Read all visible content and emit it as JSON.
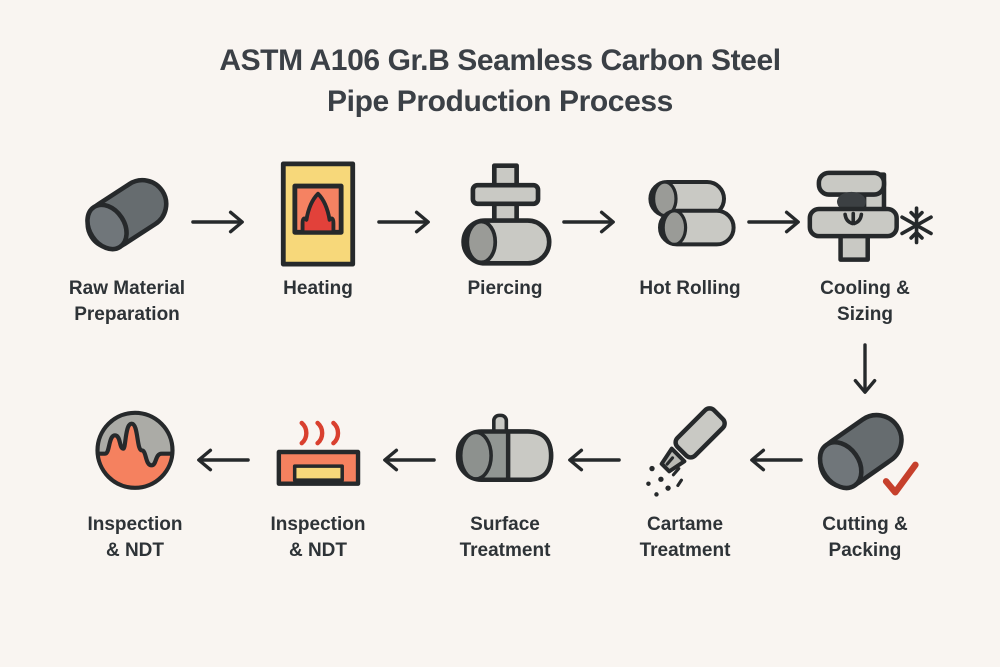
{
  "title": "ASTM A106 Gr.B Seamless Carbon Steel\nPipe Production Process",
  "steps": [
    {
      "id": 1,
      "label": "Raw Material\nPreparation",
      "icon": "steel-billet-icon"
    },
    {
      "id": 2,
      "label": "Heating",
      "icon": "furnace-flame-icon"
    },
    {
      "id": 3,
      "label": "Piercing",
      "icon": "piercing-press-icon"
    },
    {
      "id": 4,
      "label": "Hot Rolling",
      "icon": "rolling-mill-icon"
    },
    {
      "id": 5,
      "label": "Cooling &\nSizing",
      "icon": "cooling-snowflake-icon"
    },
    {
      "id": 6,
      "label": "Cutting &\nPacking",
      "icon": "cut-pipe-check-icon"
    },
    {
      "id": 7,
      "label": "Cartame\nTreatment",
      "icon": "spray-nozzle-icon"
    },
    {
      "id": 8,
      "label": "Surface\nTreatment",
      "icon": "coated-pipe-icon"
    },
    {
      "id": 9,
      "label": "Inspection\n& NDT",
      "icon": "heat-tray-icon"
    },
    {
      "id": 10,
      "label": "Inspection\n& NDT",
      "icon": "waveform-gauge-icon"
    }
  ],
  "flow": {
    "top_row_direction": "left-to-right",
    "connector": "down-arrow",
    "bottom_row_direction": "right-to-left",
    "arrow_icons": [
      "flow-arrow-right-icon",
      "flow-arrow-down-icon",
      "flow-arrow-left-icon"
    ]
  },
  "colors": {
    "background": "#f9f5f1",
    "outline": "#26292b",
    "title_text": "#3b4046",
    "label_text": "#2e3337",
    "dark_gray": "#666c6f",
    "mid_gray": "#9a9b97",
    "light_gray": "#c9c9c4",
    "yellow": "#f7d87a",
    "orange": "#f5815f",
    "flame_red": "#e2413a",
    "accent_red": "#c6402c"
  }
}
